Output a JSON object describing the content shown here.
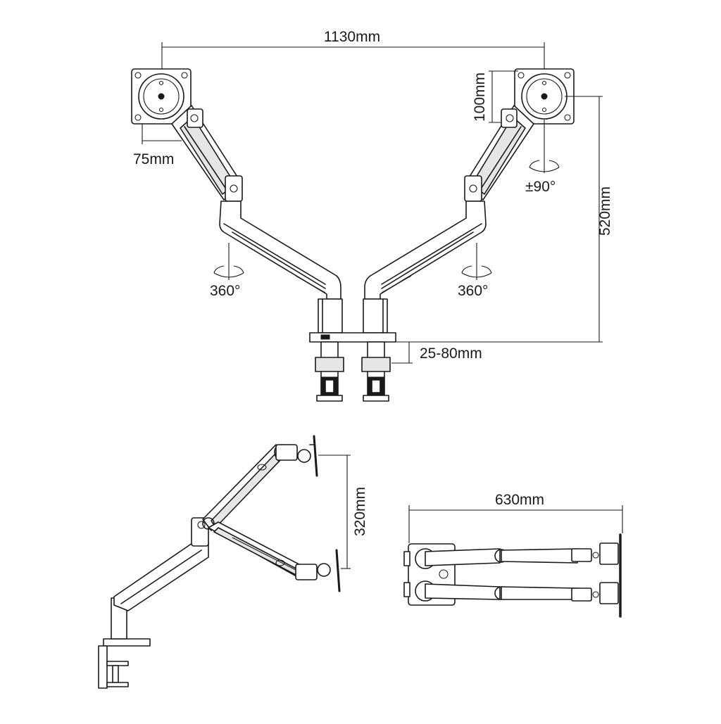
{
  "dimensions": {
    "total_width": "1130mm",
    "vesa_height": "100mm",
    "vesa_width": "75mm",
    "tilt_rotation": "±90°",
    "height": "520mm",
    "swivel_left": "360°",
    "swivel_right": "360°",
    "clamp_thickness": "25-80mm",
    "side_height_range": "320mm",
    "top_depth": "630mm"
  },
  "colors": {
    "line": "#1a1a1a",
    "background": "#ffffff",
    "shade": "#e6e6e6"
  }
}
